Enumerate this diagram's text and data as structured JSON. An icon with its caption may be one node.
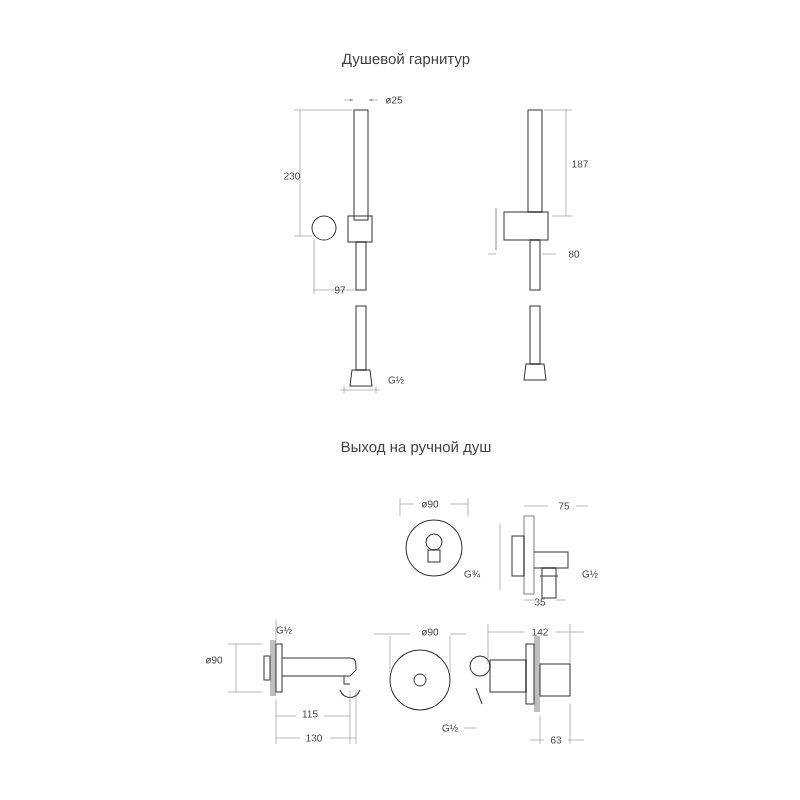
{
  "diagram": {
    "title": "Душевой гарнитур",
    "labels": [
      "ø25",
      "230",
      "187",
      "80",
      "97",
      "G½",
      "Выход на ручной душ",
      "ø90",
      "75",
      "G¾",
      "G½",
      "35",
      "G½",
      "ø90",
      "ø90",
      "142",
      "G½",
      "115",
      "130",
      "63"
    ]
  }
}
